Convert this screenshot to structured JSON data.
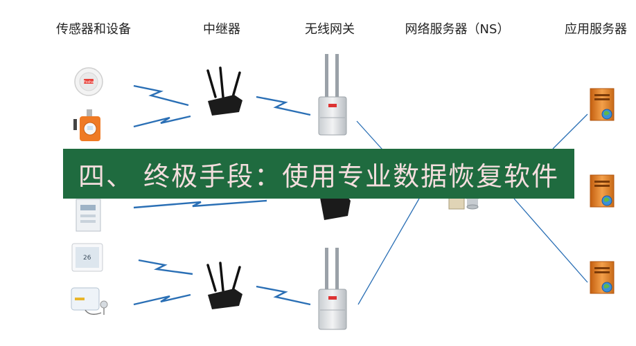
{
  "columns": {
    "sensors": "传感器和设备",
    "repeater": "中继器",
    "gateway": "无线网关",
    "network_server": "网络服务器（NS）",
    "app_server": "应用服务器"
  },
  "banner": {
    "text": "四、 终极手段：使用专业数据恢复软件",
    "background": "#1f6b3f",
    "text_color": "#f4dede"
  },
  "devices": {
    "smoke_detector_brand": "Fosha",
    "thermostat_reading": "26"
  },
  "colors": {
    "wireless": "#2a6fb5",
    "link": "#2a6fb5",
    "server": "#e07a1f"
  }
}
